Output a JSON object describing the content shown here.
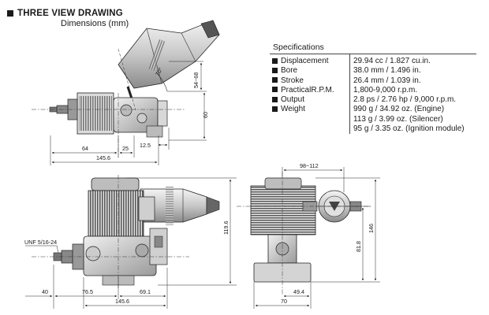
{
  "header": {
    "title": "THREE VIEW DRAWING",
    "subtitle": "Dimensions (mm)"
  },
  "specifications": {
    "heading": "Specifications",
    "rows": [
      {
        "label": "Displacement",
        "values": [
          "29.94 cc / 1.827 cu.in."
        ]
      },
      {
        "label": "Bore",
        "values": [
          "38.0 mm / 1.496 in."
        ]
      },
      {
        "label": "Stroke",
        "values": [
          "26.4 mm / 1.039 in."
        ]
      },
      {
        "label": "PracticalR.P.M.",
        "values": [
          "1,800-9,000 r.p.m."
        ]
      },
      {
        "label": "Output",
        "values": [
          "2.8 ps / 2.76 hp / 9,000 r.p.m."
        ]
      },
      {
        "label": "Weight",
        "values": [
          "990 g / 34.92 oz. (Engine)",
          "113 g / 3.99 oz. (Silencer)",
          "95 g / 3.35 oz. (Ignition module)"
        ]
      }
    ]
  },
  "dimensions": {
    "top_view": {
      "angle": "70°",
      "height_upper": "54~68",
      "height_lower": "60",
      "width_left": "64",
      "width_mid": "25",
      "offset": "12.5",
      "overall": "145.6"
    },
    "side_view": {
      "thread": "UNF 5/16-24",
      "height": "119.6",
      "prop_offset": "40",
      "left_span": "76.5",
      "right_span": "69.1",
      "overall": "145.6"
    },
    "rear_view": {
      "width_range": "98~112",
      "height_overall": "146",
      "height_shaft": "81.8",
      "half_width": "49.4",
      "mount_width": "70"
    }
  }
}
